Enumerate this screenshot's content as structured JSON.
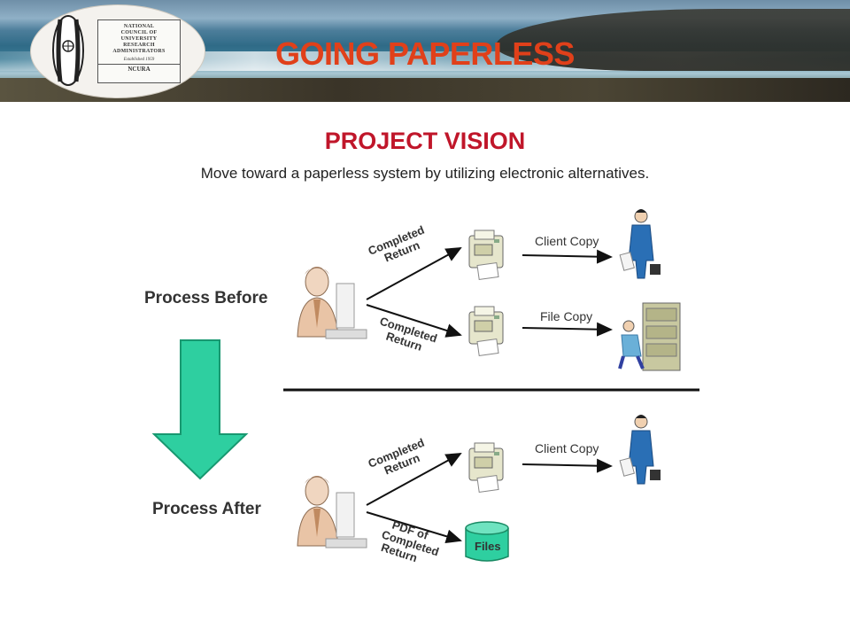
{
  "header": {
    "title": "GOING PAPERLESS",
    "logo": {
      "lines": [
        "NATIONAL",
        "COUNCIL OF",
        "UNIVERSITY",
        "RESEARCH",
        "ADMINISTRATORS"
      ],
      "established": "Established 1959",
      "acronym": "NCURA"
    }
  },
  "section": {
    "heading": "PROJECT VISION",
    "description": "Move toward a paperless system by utilizing electronic alternatives."
  },
  "diagram": {
    "process_before_label": "Process Before",
    "process_after_label": "Process After",
    "completed_return_line1": "Completed",
    "completed_return_line2": "Return",
    "pdf_line1": "PDF of",
    "pdf_line2": "Completed",
    "pdf_line3": "Return",
    "client_copy": "Client Copy",
    "file_copy": "File Copy",
    "files": "Files",
    "arrow_color": "#2ecfa0"
  }
}
